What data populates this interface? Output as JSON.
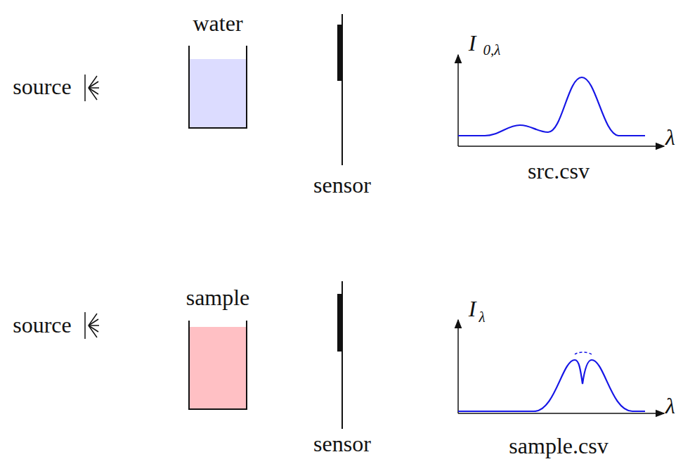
{
  "diagram": {
    "labels": [
      "source",
      "water",
      "sensor",
      "I",
      "0,λ",
      "λ",
      "src.csv",
      "source",
      "sample",
      "sensor",
      "I",
      "λ",
      "λ",
      "sample.csv"
    ]
  }
}
